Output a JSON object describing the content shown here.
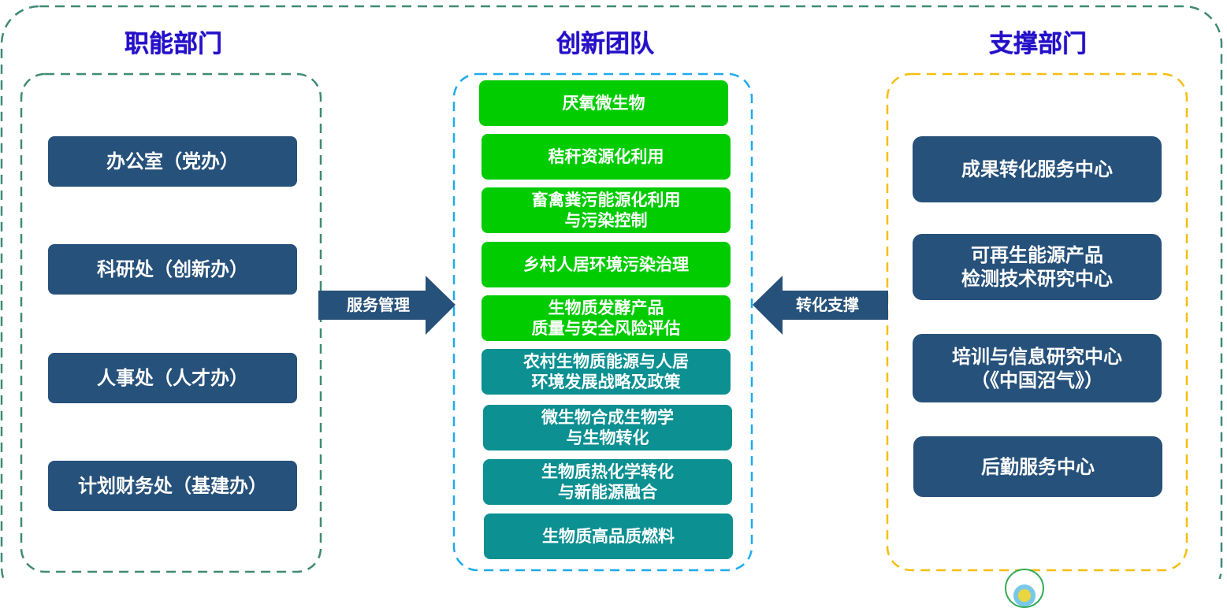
{
  "colors": {
    "outer_frame": "#3f8a74",
    "left_frame": "#3f8a74",
    "center_frame": "#1eaaee",
    "right_frame": "#f5be10",
    "title_text": "#2410c8",
    "navy_box": "#26517a",
    "green_box": "#00cc00",
    "teal_box": "#0c9092"
  },
  "sections": {
    "functional": {
      "title": "职能部门",
      "items": [
        "办公室（党办）",
        "科研处（创新办）",
        "人事处（人才办）",
        "计划财务处（基建办）"
      ]
    },
    "innovation": {
      "title": "创新团队",
      "items": [
        {
          "label": "厌氧微生物",
          "style": "green"
        },
        {
          "label": "秸秆资源化利用",
          "style": "green"
        },
        {
          "label": "畜禽粪污能源化利用\n与污染控制",
          "style": "green"
        },
        {
          "label": "乡村人居环境污染治理",
          "style": "green"
        },
        {
          "label": "生物质发酵产品\n质量与安全风险评估",
          "style": "green"
        },
        {
          "label": "农村生物质能源与人居\n环境发展战略及政策",
          "style": "teal"
        },
        {
          "label": "微生物合成生物学\n与生物转化",
          "style": "teal"
        },
        {
          "label": "生物质热化学转化\n与新能源融合",
          "style": "teal"
        },
        {
          "label": "生物质高品质燃料",
          "style": "teal"
        }
      ]
    },
    "support": {
      "title": "支撑部门",
      "items": [
        "成果转化服务中心",
        "可再生能源产品\n检测技术研究中心",
        "培训与信息研究中心\n（《中国沼气》）",
        "后勤服务中心"
      ]
    }
  },
  "arrows": {
    "left": {
      "label": "服务管理",
      "direction": "right"
    },
    "right": {
      "label": "转化支撑",
      "direction": "left"
    }
  }
}
